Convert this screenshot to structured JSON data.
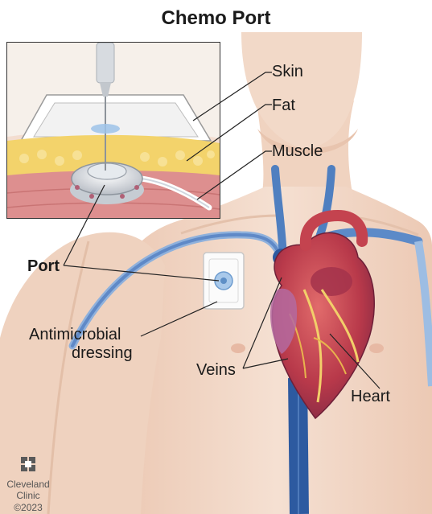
{
  "title": "Chemo Port",
  "labels": {
    "skin": "Skin",
    "fat": "Fat",
    "muscle": "Muscle",
    "port": "Port",
    "dressing_line1": "Antimicrobial",
    "dressing_line2": "dressing",
    "veins": "Veins",
    "heart": "Heart"
  },
  "logo": {
    "line1": "Cleveland",
    "line2": "Clinic",
    "copyright": "©2023"
  },
  "colors": {
    "skin": "#f2d9c8",
    "skin_shadow": "#e6c3ad",
    "fat": "#f3d36b",
    "muscle": "#dd8f8f",
    "vein": "#3f6fb5",
    "vein_light": "#7da5d8",
    "heart": "#c2444e",
    "heart_dark": "#8a2f4a",
    "line": "#222222"
  }
}
